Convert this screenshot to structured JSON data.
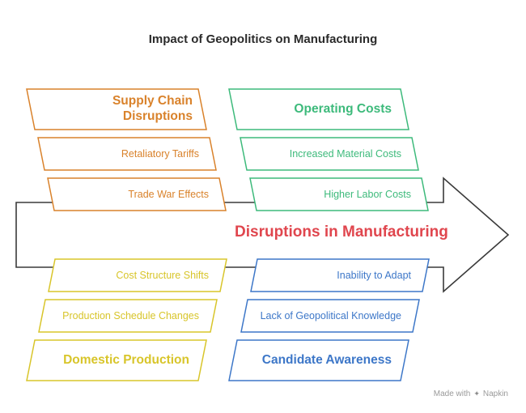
{
  "title": "Impact of Geopolitics on Manufacturing",
  "center_label": "Disruptions in Manufacturing",
  "colors": {
    "orange": "#d9822b",
    "green": "#3dba7b",
    "yellow": "#d8c52a",
    "blue": "#3d77c8",
    "red": "#e0464e",
    "arrow": "#3a3a3a"
  },
  "groups": {
    "supply_chain": {
      "heading": "Supply Chain Disruptions",
      "items": [
        "Retaliatory Tariffs",
        "Trade War Effects"
      ]
    },
    "operating_costs": {
      "heading": "Operating Costs",
      "items": [
        "Increased Material Costs",
        "Higher Labor Costs"
      ]
    },
    "domestic_production": {
      "heading": "Domestic Production",
      "items": [
        "Cost Structure Shifts",
        "Production Schedule Changes"
      ]
    },
    "candidate_awareness": {
      "heading": "Candidate Awareness",
      "items": [
        "Inability to Adapt",
        "Lack of Geopolitical Knowledge"
      ]
    }
  },
  "footer": {
    "made_with": "Made with",
    "brand": "Napkin"
  }
}
